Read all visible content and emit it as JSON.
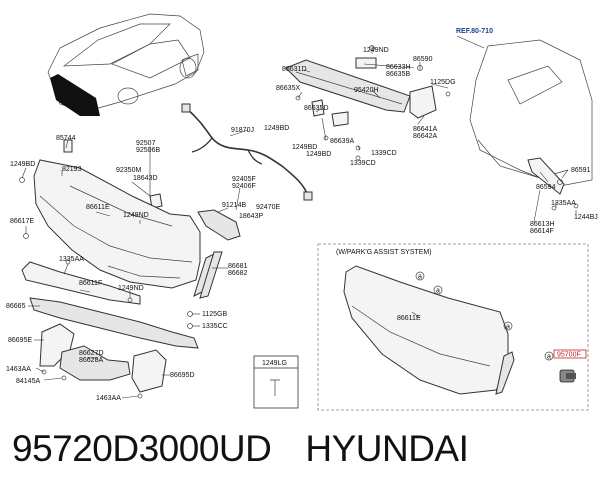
{
  "caption": {
    "part_number": "95720D3000UD",
    "brand": "HYUNDAI"
  },
  "diagram": {
    "reference": "REF.80-710",
    "subsection_title": "(W/PARK'G ASSIST SYSTEM)",
    "bolt_box_label": "1249LG",
    "highlight_label": "95700F",
    "callout_letter": "a",
    "labels": {
      "l1249nd_top": "1249ND",
      "l86590": "86590",
      "l86631d": "86631D",
      "l86633h": "86633H",
      "l86635b": "86635B",
      "l1125dg": "1125DG",
      "l95420h": "95420H",
      "l86635x": "86635X",
      "l86635d": "86635D",
      "l86641a": "86641A",
      "l86642a": "86642A",
      "l91870j": "91870J",
      "l1249bd_a": "1249BD",
      "l1249bd_b": "1249BD",
      "l1249bd_c": "1249BD",
      "l86639a": "86639A",
      "l1339cd_a": "1339CD",
      "l1339cd_b": "1339CD",
      "l85744": "85744",
      "l92507": "92507",
      "l92506b": "92506B",
      "l1249bd_left": "1249BD",
      "l82193": "82193",
      "l92350m": "92350M",
      "l18643d": "18643D",
      "l92405f": "92405F",
      "l92406f": "92406F",
      "l86611e_a": "86611E",
      "l91214b": "91214B",
      "l92470e": "92470E",
      "l1249nd_mid": "1249ND",
      "l18643p": "18643P",
      "l86617e": "86617E",
      "l1335aa_a": "1335AA",
      "l86681": "86681",
      "l86682": "86682",
      "l86611f": "86611F",
      "l1249nd_low": "1249ND",
      "l86665": "86665",
      "l1125gb": "1125GB",
      "l1335cc": "1335CC",
      "l86695e": "86695E",
      "l86627d": "86627D",
      "l86628a": "86628A",
      "l1463aa_a": "1463AA",
      "l84145a": "84145A",
      "l86695d": "86695D",
      "l1463aa_b": "1463AA",
      "l86591": "86591",
      "l86594": "86594",
      "l1335aa_b": "1335AA",
      "l86613h": "86613H",
      "l86614f": "86614F",
      "l1244bj": "1244BJ",
      "l86611e_b": "86611E"
    }
  }
}
